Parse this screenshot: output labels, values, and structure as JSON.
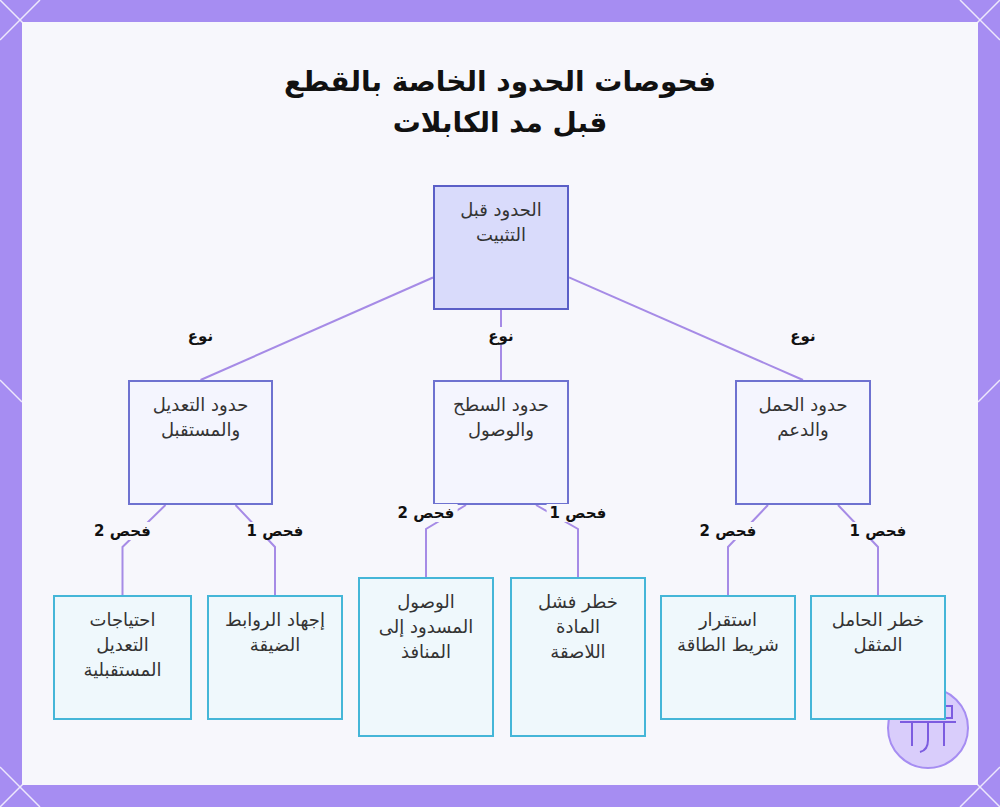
{
  "diagram": {
    "title": "فحوصات الحدود الخاصة بالقطع قبل مد الكابلات",
    "nodes": [
      {
        "text": [
          "الحدود قبل التثبيت"
        ]
      },
      {
        "text": [
          "حدود الحمل والدعم"
        ]
      },
      {
        "text": [
          "حدود السطح والوصول"
        ]
      },
      {
        "text": [
          "حدود التعديل والمستقبل"
        ]
      },
      {
        "text": [
          "خطر الحامل المثقل"
        ]
      },
      {
        "text": [
          "استقرار شريط الطاقة"
        ]
      },
      {
        "text": [
          "خطر فشل المادة اللاصقة"
        ]
      },
      {
        "text": [
          "الوصول المسدود إلى المنافذ"
        ]
      },
      {
        "text": [
          "إجهاد الروابط الضيقة"
        ]
      },
      {
        "text": [
          "احتياجات التعديل المستقبلية"
        ]
      }
    ],
    "edges": [
      {
        "from": 0,
        "to": 1,
        "label": "نوع",
        "arrow": "none"
      },
      {
        "from": 0,
        "to": 2,
        "label": "نوع",
        "arrow": "none"
      },
      {
        "from": 0,
        "to": 3,
        "label": "نوع",
        "arrow": "none"
      },
      {
        "from": 1,
        "to": 4,
        "label": "فحص 1",
        "arrow": "none"
      },
      {
        "from": 1,
        "to": 5,
        "label": "فحص 2",
        "arrow": "none"
      },
      {
        "from": 2,
        "to": 6,
        "label": "فحص 1",
        "arrow": "none"
      },
      {
        "from": 2,
        "to": 7,
        "label": "فحص 2",
        "arrow": "none"
      },
      {
        "from": 3,
        "to": 8,
        "label": "فحص 1",
        "arrow": "none"
      },
      {
        "from": 3,
        "to": 9,
        "label": "فحص 2",
        "arrow": "none"
      }
    ]
  }
}
